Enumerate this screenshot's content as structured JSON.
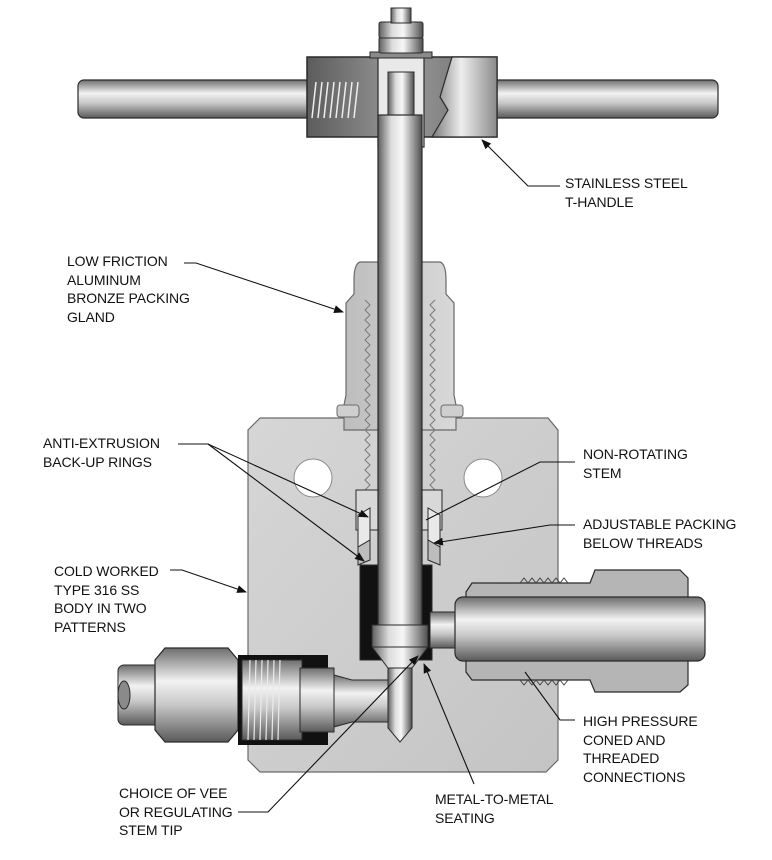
{
  "figure": {
    "subject": "needle valve cutaway",
    "labels": {
      "t_handle": [
        "STAINLESS STEEL",
        "T-HANDLE"
      ],
      "packing_gland": [
        "LOW FRICTION",
        "ALUMINUM",
        "BRONZE PACKING",
        "GLAND"
      ],
      "anti_extrusion": [
        "ANTI-EXTRUSION",
        "BACK-UP RINGS"
      ],
      "non_rotating_stem": [
        "NON-ROTATING",
        "STEM"
      ],
      "adjustable_packing": [
        "ADJUSTABLE PACKING",
        "BELOW THREADS"
      ],
      "body": [
        "COLD WORKED",
        "TYPE 316 SS",
        "BODY IN TWO",
        "PATTERNS"
      ],
      "connections": [
        "HIGH PRESSURE",
        "CONED AND",
        "THREADED",
        "CONNECTIONS"
      ],
      "stem_tip": [
        "CHOICE OF VEE",
        "OR REGULATING",
        "STEM TIP"
      ],
      "seating": [
        "METAL-TO-METAL",
        "SEATING"
      ]
    },
    "colors": {
      "steel_light": "#e6e6e6",
      "steel_mid": "#c8c8c8",
      "steel_dark": "#8c8c8c",
      "outline": "#2a2a2a",
      "leader": "#111111"
    }
  }
}
